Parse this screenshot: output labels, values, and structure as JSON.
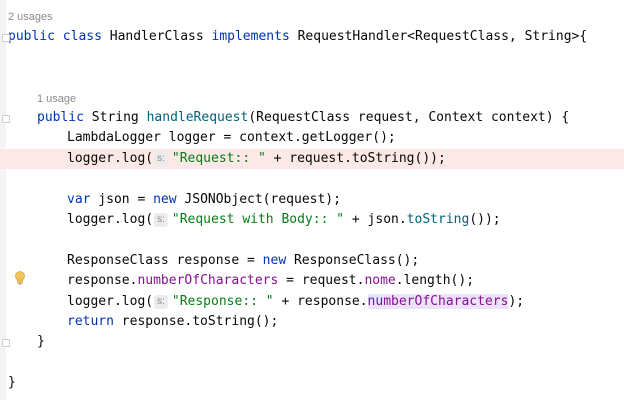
{
  "editor": {
    "class_usages": "2 usages",
    "method_usages": "1 usage",
    "lines": {
      "class_decl": {
        "t1": "public class",
        "t2": " HandlerClass ",
        "t3": "implements",
        "t4": " RequestHandler<RequestClass, String>{"
      },
      "method_decl": {
        "t1": "public",
        "t2": " String ",
        "t3": "handleRequest",
        "t4": "(RequestClass request, Context context) {"
      },
      "logger_decl": {
        "t1": "LambdaLogger logger = context.getLogger();"
      },
      "log1": {
        "t1": "logger.log(",
        "hint": "s:",
        "str": "\"Request:: \"",
        "t2": " + request.toString());"
      },
      "json_decl": {
        "kw1": "var",
        "t1": " json = ",
        "kw2": "new",
        "t2": " JSONObject(request);"
      },
      "log2": {
        "t1": "logger.log(",
        "hint": "s:",
        "str": "\"Request with Body:: \"",
        "t2": " + json.",
        "fn": "toString",
        "t3": "());"
      },
      "response_decl": {
        "t1": "ResponseClass response = ",
        "kw": "new",
        "t2": " ResponseClass();"
      },
      "assign": {
        "t1": "response.",
        "field": "numberOfCharacters",
        "t2": " = request.",
        "field2": "nome",
        "t3": ".length();"
      },
      "log3": {
        "t1": "logger.log(",
        "hint": "s:",
        "str": "\"Response:: \"",
        "t2": " + response.",
        "field": "numberOfCharacters",
        "t3": ");"
      },
      "return_stmt": {
        "kw": "return",
        "t1": " response.toString();"
      },
      "method_close": "}",
      "class_close": "}"
    }
  }
}
